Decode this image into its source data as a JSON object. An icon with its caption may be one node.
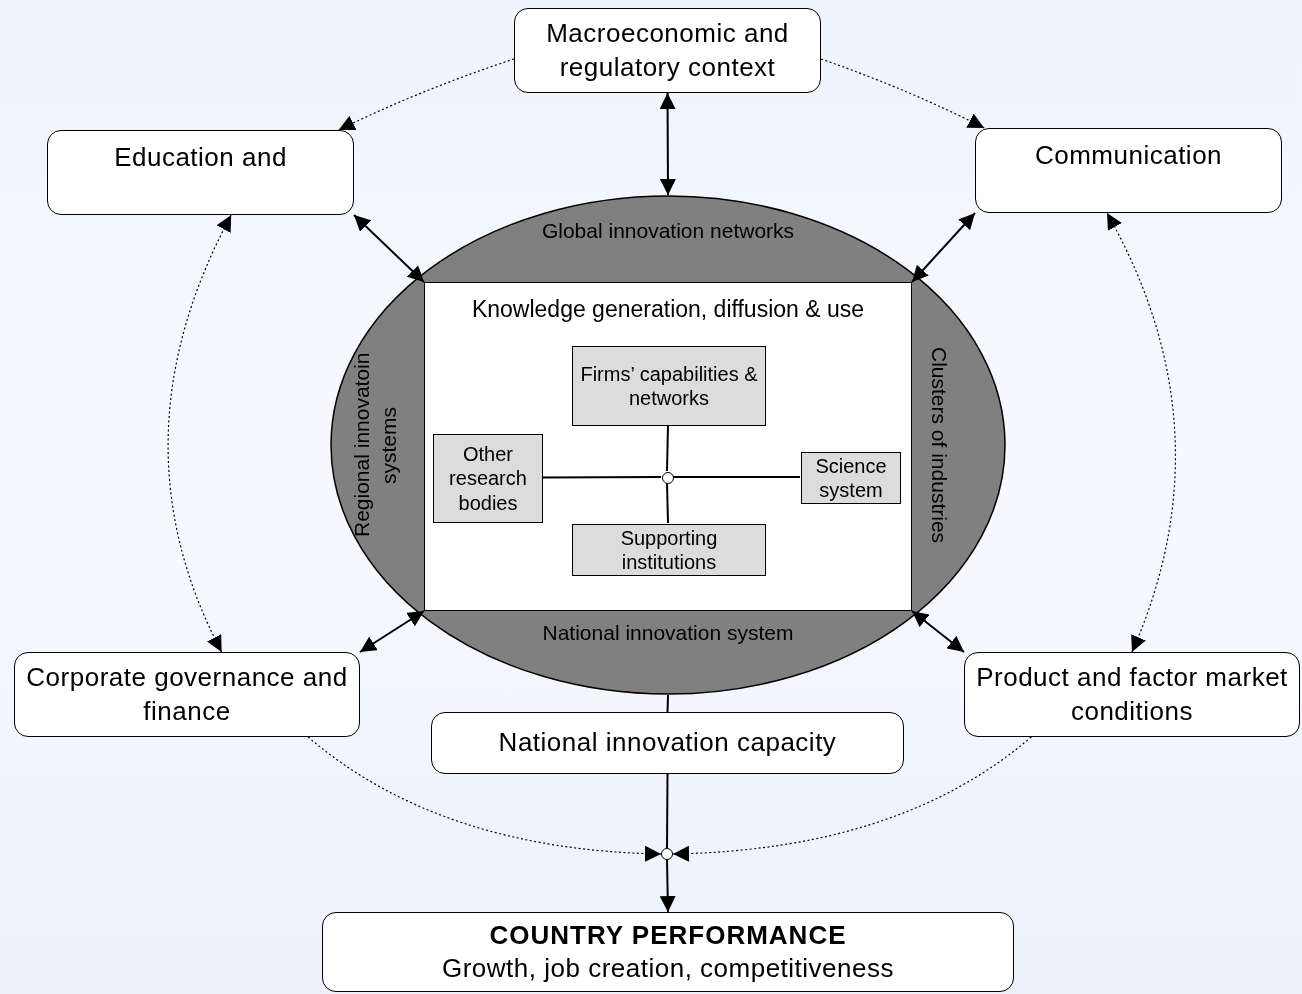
{
  "diagram": {
    "nodes": [
      {
        "text": [
          "Macroeconomic and regulatory context"
        ]
      },
      {
        "text": [
          "Education and"
        ]
      },
      {
        "text": [
          "Communication"
        ]
      },
      {
        "text": [
          "Global innovation networks",
          "Regional innovatoin systems",
          "Clusters of industries",
          "National innovation system"
        ]
      },
      {
        "text": [
          "Knowledge generation, diffusion & use"
        ],
        "in": 3
      },
      {
        "text": [
          "Firms’ capabilities & networks"
        ],
        "in": 4
      },
      {
        "text": [
          "Other research bodies"
        ],
        "in": 4
      },
      {
        "text": [],
        "shape": "circle",
        "in": 4
      },
      {
        "text": [
          "Science system"
        ],
        "in": 4
      },
      {
        "text": [
          "Supporting institutions"
        ],
        "in": 4
      },
      {
        "text": [
          "Corporate governance and finance"
        ]
      },
      {
        "text": [
          "Product and factor market conditions"
        ]
      },
      {
        "text": [
          "National innovation capacity"
        ]
      },
      {
        "text": [],
        "shape": "circle"
      },
      {
        "text": [
          "COUNTRY PERFORMANCE",
          "Growth, job creation, competitiveness"
        ]
      }
    ],
    "edges": [
      {
        "from": 0,
        "to": 3,
        "arrow": "both"
      },
      {
        "from": 1,
        "to": 4,
        "arrow": "both"
      },
      {
        "from": 2,
        "to": 4,
        "arrow": "both"
      },
      {
        "from": 10,
        "to": 4,
        "arrow": "both"
      },
      {
        "from": 11,
        "to": 4,
        "arrow": "both"
      },
      {
        "from": 5,
        "to": 7,
        "arrow": "none"
      },
      {
        "from": 6,
        "to": 7,
        "arrow": "none"
      },
      {
        "from": 8,
        "to": 7,
        "arrow": "none"
      },
      {
        "from": 9,
        "to": 7,
        "arrow": "none"
      },
      {
        "from": 3,
        "to": 12,
        "arrow": "none"
      },
      {
        "from": 12,
        "to": 13,
        "arrow": "none"
      },
      {
        "from": 13,
        "to": 14,
        "arrow": "to"
      },
      {
        "from": 0,
        "to": 1,
        "arrow": "to",
        "style": "dashed"
      },
      {
        "from": 0,
        "to": 2,
        "arrow": "to",
        "style": "dashed"
      },
      {
        "from": 10,
        "to": 1,
        "arrow": "both",
        "style": "dashed"
      },
      {
        "from": 11,
        "to": 2,
        "arrow": "both",
        "style": "dashed"
      },
      {
        "from": 10,
        "to": 13,
        "arrow": "to",
        "style": "dashed"
      },
      {
        "from": 11,
        "to": 13,
        "arrow": "to",
        "style": "dashed"
      }
    ]
  }
}
